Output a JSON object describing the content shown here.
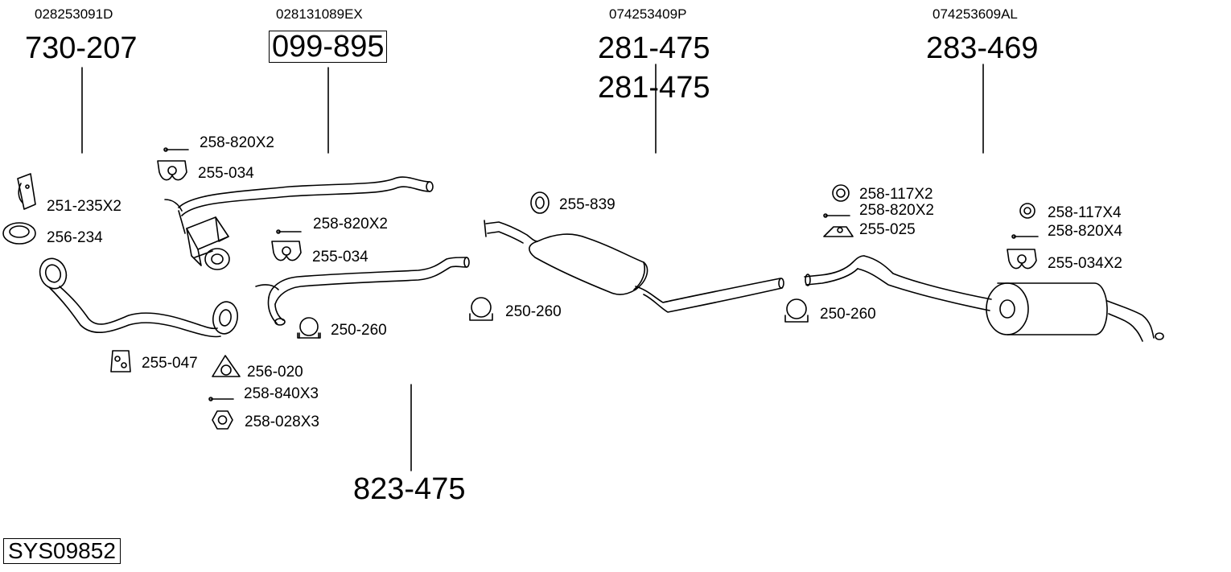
{
  "diagram": {
    "system_id": "SYS09852",
    "assemblies": [
      {
        "oem": "028253091D",
        "number": "730-207",
        "boxed": false
      },
      {
        "oem": "028131089EX",
        "number": "099-895",
        "boxed": true
      },
      {
        "oem": "074253409P",
        "number": "281-475",
        "number_alt": "281-475",
        "boxed": false
      },
      {
        "oem": "074253609AL",
        "number": "283-469",
        "boxed": false
      }
    ],
    "mid_pipe_number": "823-475",
    "parts": {
      "p1": "258-820X2",
      "p2": "255-034",
      "p3": "251-235X2",
      "p4": "256-234",
      "p5": "258-820X2",
      "p6": "255-034",
      "p7": "250-260",
      "p8": "255-047",
      "p9": "256-020",
      "p10": "258-840X3",
      "p11": "258-028X3",
      "p12": "255-839",
      "p13": "250-260",
      "p14": "258-117X2",
      "p15": "258-820X2",
      "p16": "255-025",
      "p17": "250-260",
      "p18": "258-117X4",
      "p19": "258-820X4",
      "p20": "255-034X2"
    }
  }
}
